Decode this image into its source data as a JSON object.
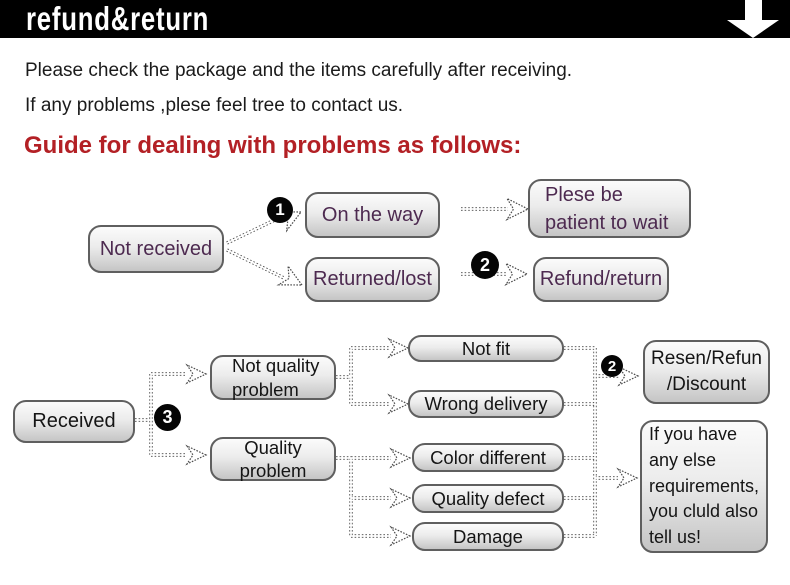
{
  "banner": {
    "title": "refund&return"
  },
  "intro": {
    "line1": "Please check the package and the items carefully after receiving.",
    "line2": "If any problems ,plese feel tree to contact us."
  },
  "heading": "Guide for dealing with problems as follows:",
  "flow1": {
    "nodes": {
      "not_received": "Not received",
      "on_the_way": "On the way",
      "returned_lost": "Returned/lost",
      "patient": "Plese be\npatient to wait",
      "refund_return": "Refund/return"
    },
    "markers": {
      "m1": "1",
      "m2": "2"
    }
  },
  "flow2": {
    "nodes": {
      "received": "Received",
      "not_quality": "Not quality\nproblem",
      "quality": "Quality\nproblem",
      "not_fit": "Not fit",
      "wrong_delivery": "Wrong delivery",
      "color_different": "Color different",
      "quality_defect": "Quality defect",
      "damage": "Damage",
      "resen": "Resen/Refun\n/Discount",
      "any_else": "If you have\nany else\nrequirements,\nyou cluld also\ntell us!"
    },
    "markers": {
      "m3": "3",
      "m2": "2"
    }
  },
  "colors": {
    "banner_bg": "#000000",
    "heading_red": "#b32025",
    "flow1_text": "#4d2a50",
    "flow2_text": "#151515",
    "box_border": "#5f5f5f",
    "connector": "#4a4a4a",
    "marker_bg": "#000000",
    "marker_text": "#ffffff"
  }
}
